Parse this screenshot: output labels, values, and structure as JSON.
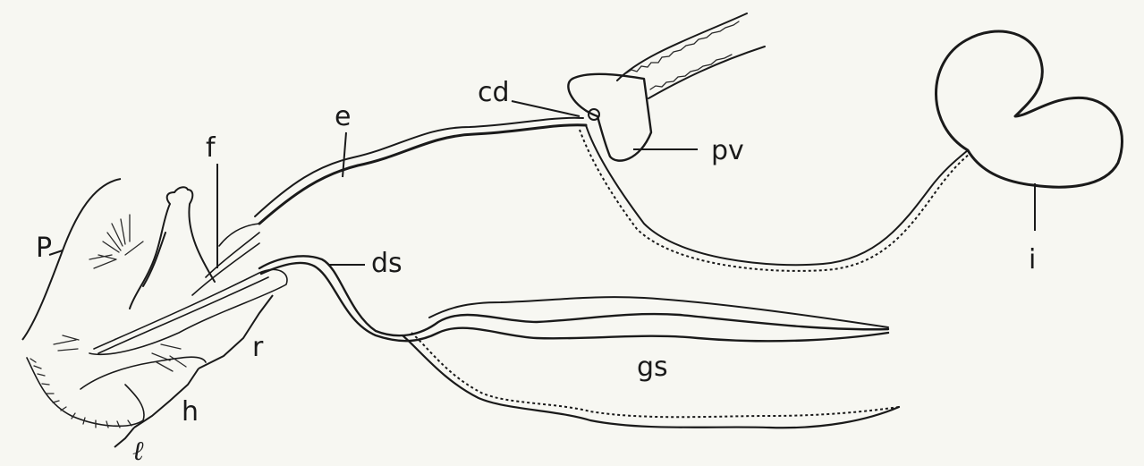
{
  "labels": {
    "cd": "cd",
    "e": "e",
    "pv": "pv",
    "f": "f",
    "P": "P",
    "ds": "ds",
    "i": "i",
    "r": "r",
    "gs": "gs",
    "h": "h",
    "l": "ℓ"
  },
  "colors": {
    "ink": "#1a1a1a",
    "paper": "#f7f7f2"
  }
}
